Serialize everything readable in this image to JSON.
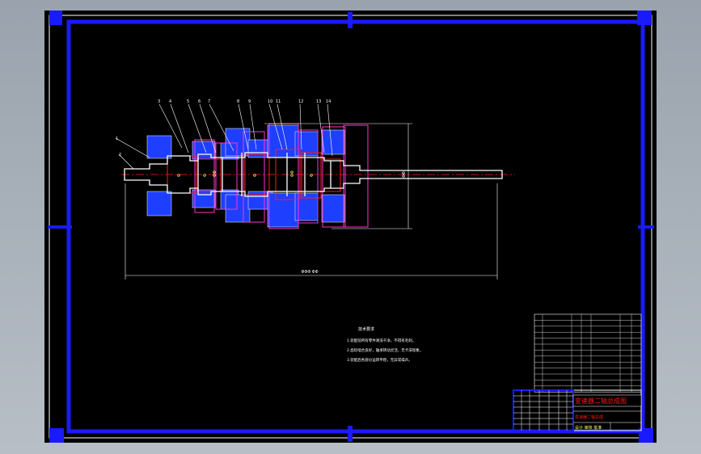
{
  "drawing": {
    "part_numbers": [
      "1",
      "2",
      "3",
      "4",
      "5",
      "6",
      "7",
      "8",
      "9",
      "10",
      "11",
      "12",
      "13",
      "14"
    ],
    "overall_length_dim": "ΦΦΦ ΦΦ",
    "height_dim": "ΦΦ",
    "section_labels": [
      "Φ",
      "Φ",
      "ΦΦ",
      "Φ",
      "ΦΦ",
      "Φ"
    ]
  },
  "notes": {
    "title": "技术要求",
    "lines": [
      "1.装配前所有零件清洗干净，不得有毛刺。",
      "2.齿轮啮合良好，轴承转动灵活，无卡滞现象。",
      "3.装配后各部分运转平稳，无异常噪声。"
    ]
  },
  "title_block": {
    "title": "变速器二轴总成图",
    "subtitle": "变速器二轴总成",
    "signature_row": "设计 审核 批准"
  },
  "colors": {
    "frame": "#1a1aff",
    "red": "#ff1a1a",
    "magenta": "#ff33cc",
    "white": "#ffffff",
    "yellow": "#ffff55",
    "blue_fill": "#1f3fff"
  }
}
